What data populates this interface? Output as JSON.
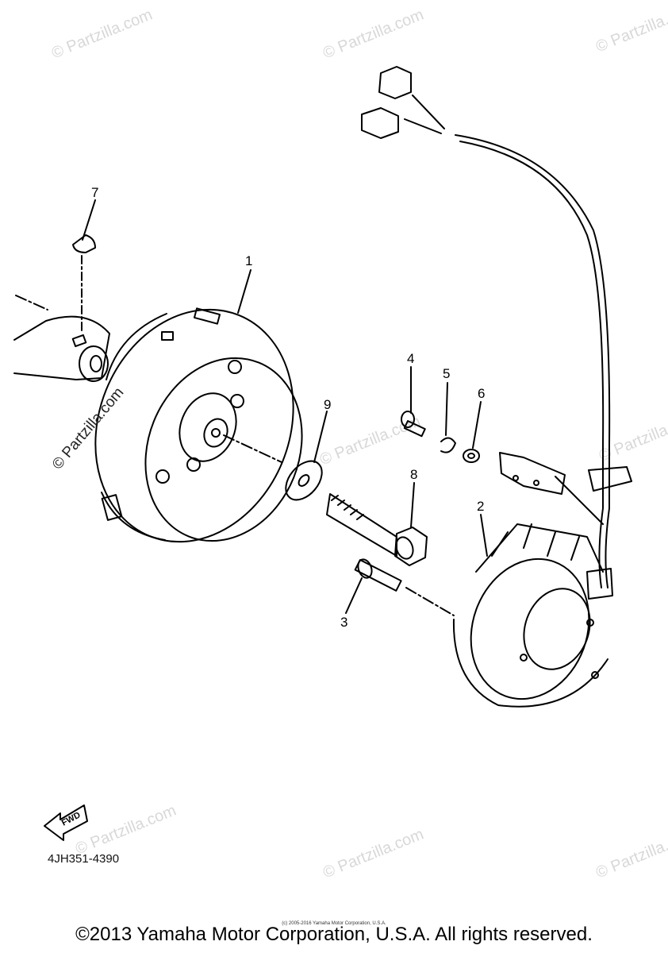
{
  "callouts": {
    "c1": "1",
    "c2": "2",
    "c3": "3",
    "c4": "4",
    "c5": "5",
    "c6": "6",
    "c7": "7",
    "c8": "8",
    "c9": "9"
  },
  "fwd_label": "FWD",
  "diagram_code": "4JH351-4390",
  "copyright": "©2013 Yamaha Motor Corporation, U.S.A. All rights reserved.",
  "small_copyright": "(c) 2005-2016 Yamaha Motor Corporation, U.S.A.",
  "watermark": "© Partzilla.com",
  "watermark_alt": "Partzilla.com"
}
